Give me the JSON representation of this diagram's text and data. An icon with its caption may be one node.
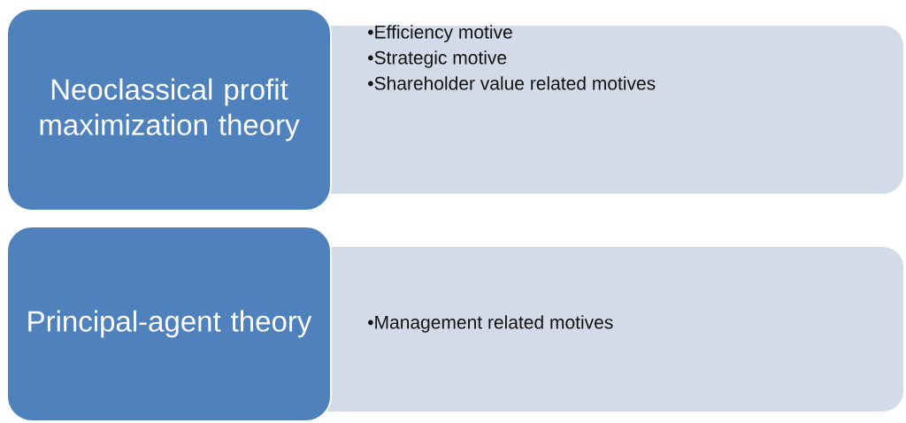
{
  "diagram": {
    "nodes": [
      {
        "text": [
          "Neoclassical profit maximization theory"
        ]
      },
      {
        "text": [
          "•Efficiency motive",
          "•Strategic motive",
          "•Shareholder value related motives"
        ]
      },
      {
        "text": [
          "Principal-agent theory"
        ]
      },
      {
        "text": [
          "•Management related motives"
        ]
      }
    ]
  }
}
